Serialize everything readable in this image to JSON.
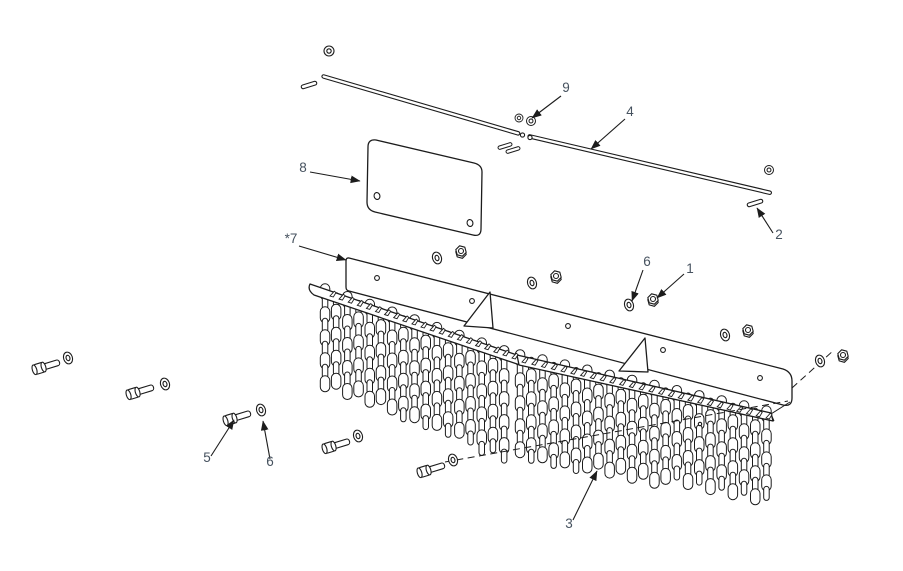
{
  "figure": {
    "type": "exploded-parts-diagram",
    "subject": "chain-deflector-assembly"
  },
  "colors": {
    "background": "#ffffff",
    "line": "#1c1c1c",
    "label": "#46525f"
  },
  "callouts": [
    {
      "label": "1",
      "part": "lock-nut"
    },
    {
      "label": "2",
      "part": "pin"
    },
    {
      "label": "3",
      "part": "chain-curtain"
    },
    {
      "label": "4",
      "part": "rod"
    },
    {
      "label": "5",
      "part": "bolt"
    },
    {
      "label": "6",
      "part": "washer"
    },
    {
      "label": "6",
      "part": "washer"
    },
    {
      "label": "*7",
      "part": "deflector-bar"
    },
    {
      "label": "8",
      "part": "plate"
    },
    {
      "label": "9",
      "part": "washer"
    }
  ]
}
